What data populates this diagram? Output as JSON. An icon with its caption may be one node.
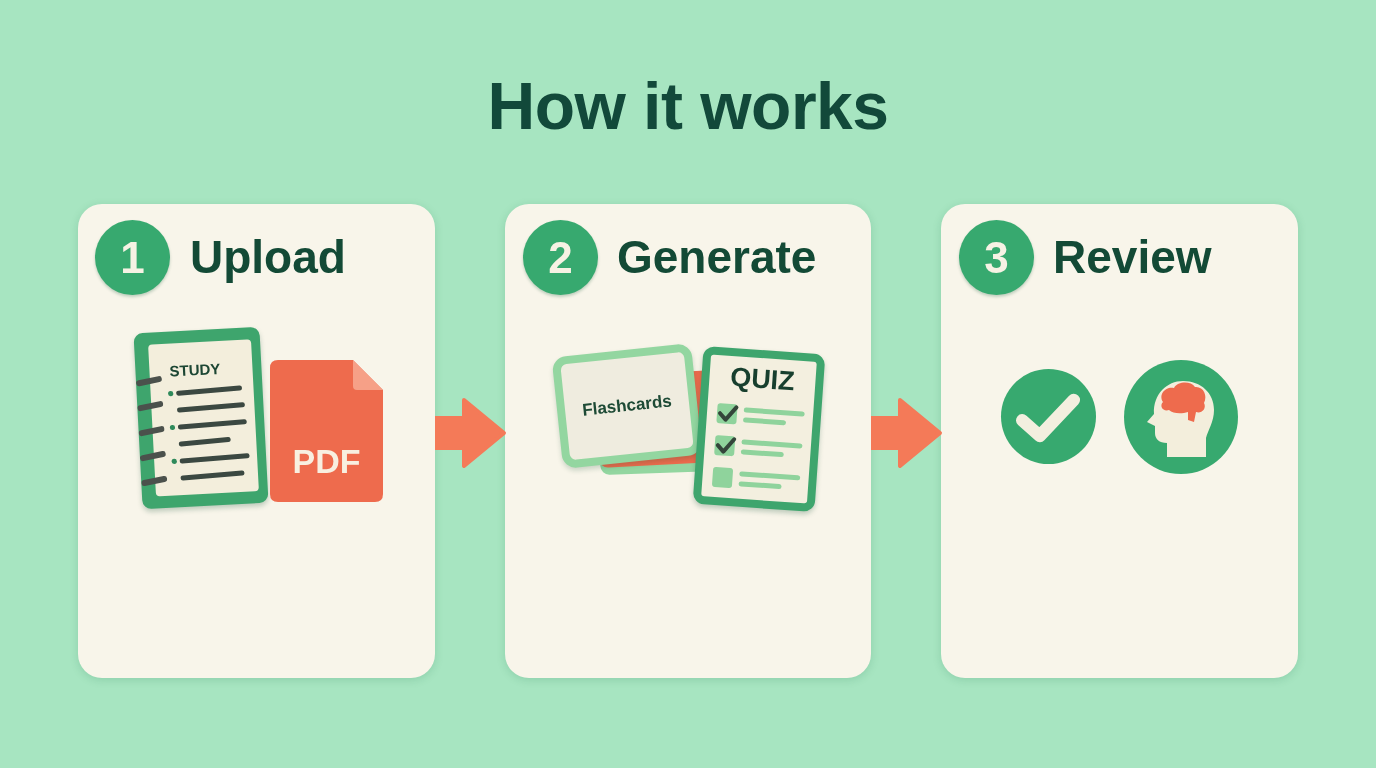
{
  "diagram": {
    "title": "How it works",
    "nodes": [
      {
        "text": [
          "Upload"
        ]
      },
      {
        "text": [
          "1"
        ],
        "in": 0
      },
      {
        "text": [
          "STUDY"
        ],
        "in": 0
      },
      {
        "text": [
          "PDF"
        ],
        "in": 0
      },
      {
        "text": [
          "Generate"
        ]
      },
      {
        "text": [
          "2"
        ],
        "in": 4
      },
      {
        "text": [
          "Flashcards"
        ],
        "in": 4
      },
      {
        "text": [
          "QUIZ"
        ],
        "in": 4
      },
      {
        "text": [
          "Review"
        ]
      },
      {
        "text": [
          "3"
        ],
        "in": 8
      },
      {
        "text": [],
        "shape": "circle",
        "in": 8
      },
      {
        "text": [],
        "shape": "circle",
        "in": 8
      }
    ],
    "edges": [
      {
        "from": 0,
        "to": 4,
        "arrow": "to"
      },
      {
        "from": 4,
        "to": 8,
        "arrow": "to"
      }
    ]
  }
}
